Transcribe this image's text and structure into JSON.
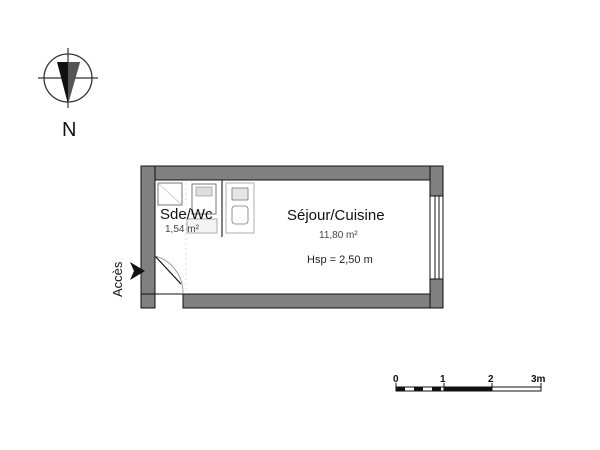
{
  "north": {
    "label": "N"
  },
  "entrance": {
    "label": "Accès"
  },
  "rooms": [
    {
      "name": "Sde/Wc",
      "area": "1,54 m²"
    },
    {
      "name": "Séjour/Cuisine",
      "area": "11,80 m²"
    }
  ],
  "ceiling_height": "Hsp = 2,50 m",
  "scale": {
    "ticks": [
      "0",
      "1",
      "2",
      "3m"
    ]
  },
  "colors": {
    "wall": "#808080",
    "line": "#111111",
    "fixture": "#cfcfcf"
  }
}
